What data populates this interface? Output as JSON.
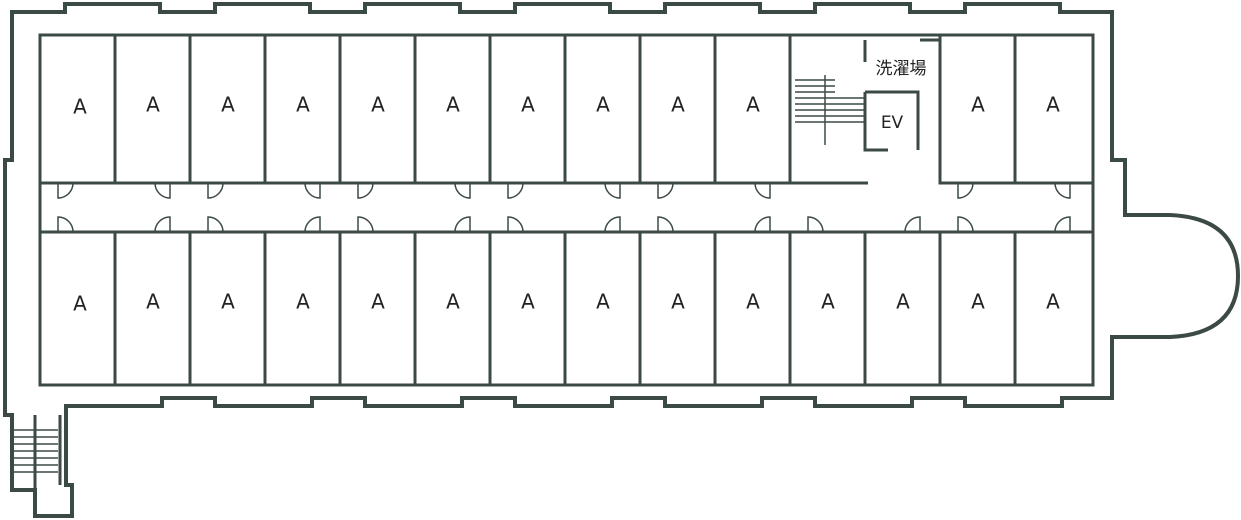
{
  "floor_plan": {
    "top_rooms": [
      {
        "label": "A"
      },
      {
        "label": "A"
      },
      {
        "label": "A"
      },
      {
        "label": "A"
      },
      {
        "label": "A"
      },
      {
        "label": "A"
      },
      {
        "label": "A"
      },
      {
        "label": "A"
      },
      {
        "label": "A"
      },
      {
        "label": "A"
      },
      {
        "label": "A"
      },
      {
        "label": "A"
      }
    ],
    "bottom_rooms": [
      {
        "label": "A"
      },
      {
        "label": "A"
      },
      {
        "label": "A"
      },
      {
        "label": "A"
      },
      {
        "label": "A"
      },
      {
        "label": "A"
      },
      {
        "label": "A"
      },
      {
        "label": "A"
      },
      {
        "label": "A"
      },
      {
        "label": "A"
      },
      {
        "label": "A"
      },
      {
        "label": "A"
      },
      {
        "label": "A"
      },
      {
        "label": "A"
      }
    ],
    "laundry_label": "洗濯場",
    "elevator_label": "EV"
  }
}
